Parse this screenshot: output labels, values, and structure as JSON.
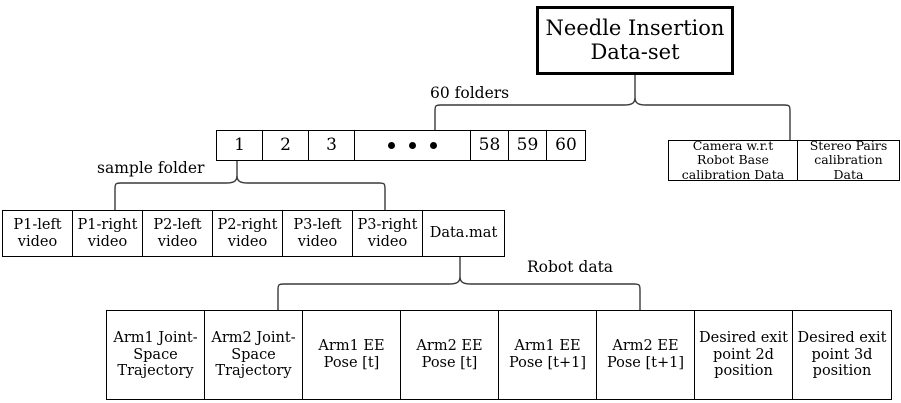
{
  "diagram": {
    "title": "Needle Insertion Data-set",
    "root": {
      "line1": "Needle Insertion",
      "line2": "Data-set"
    },
    "labels": {
      "folders": "60 folders",
      "sample_folder": "sample folder",
      "robot_data": "Robot data"
    },
    "folder_row": {
      "cells": [
        "1",
        "2",
        "3",
        "• • •",
        "58",
        "59",
        "60"
      ]
    },
    "calibration_row": {
      "cells": [
        {
          "line1": "Camera w.r.t",
          "line2": "Robot Base",
          "line3": "calibration Data"
        },
        {
          "line1": "Stereo Pairs",
          "line2": "calibration",
          "line3": "Data"
        }
      ]
    },
    "sample_folder_row": {
      "cells": [
        {
          "line1": "P1-left",
          "line2": "video"
        },
        {
          "line1": "P1-right",
          "line2": "video"
        },
        {
          "line1": "P2-left",
          "line2": "video"
        },
        {
          "line1": "P2-right",
          "line2": "video"
        },
        {
          "line1": "P3-left",
          "line2": "video"
        },
        {
          "line1": "P3-right",
          "line2": "video"
        },
        {
          "line1": "Data.mat",
          "line2": ""
        }
      ]
    },
    "robot_data_row": {
      "cells": [
        {
          "line1": "Arm1 Joint-",
          "line2": "Space",
          "line3": "Trajectory"
        },
        {
          "line1": "Arm2 Joint-",
          "line2": "Space",
          "line3": "Trajectory"
        },
        {
          "line1": "Arm1 EE",
          "line2": "Pose [t]",
          "line3": ""
        },
        {
          "line1": "Arm2 EE",
          "line2": "Pose [t]",
          "line3": ""
        },
        {
          "line1": "Arm1 EE",
          "line2": "Pose [t+1]",
          "line3": ""
        },
        {
          "line1": "Arm2 EE",
          "line2": "Pose [t+1]",
          "line3": ""
        },
        {
          "line1": "Desired exit",
          "line2": "point 2d",
          "line3": "position"
        },
        {
          "line1": "Desired exit",
          "line2": "point 3d",
          "line3": "position"
        }
      ]
    },
    "colors": {
      "stroke": "#000000",
      "connector": "#444444",
      "background": "#ffffff"
    }
  }
}
